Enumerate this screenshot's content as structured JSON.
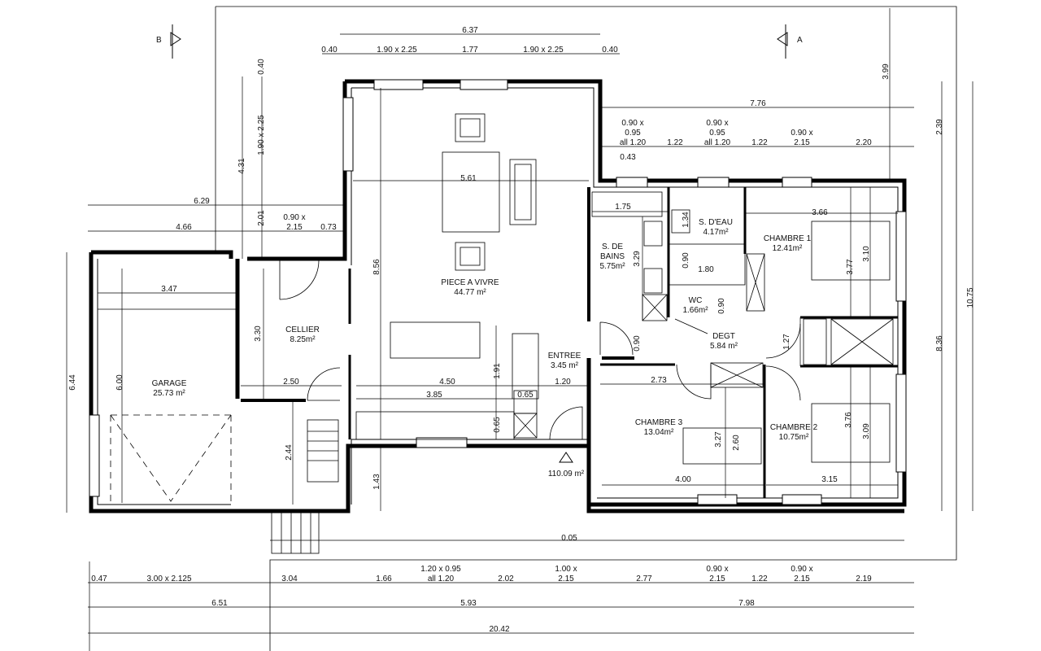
{
  "rooms": {
    "piece_a_vivre": {
      "name": "PIECE A VIVRE",
      "area": "44.77 m²"
    },
    "garage": {
      "name": "GARAGE",
      "area": "25.73 m²"
    },
    "cellier": {
      "name": "CELLIER",
      "area": "8.25m²"
    },
    "entree": {
      "name": "ENTREE",
      "area": "3.45 m²"
    },
    "s_de_bains": {
      "name_line1": "S. DE",
      "name_line2": "BAINS",
      "area": "5.75m²"
    },
    "s_deau": {
      "name": "S. D'EAU",
      "area": "4.17m²"
    },
    "wc": {
      "name": "WC",
      "area": "1.66m²"
    },
    "degt": {
      "name": "DEGT",
      "area": "5.84 m²"
    },
    "chambre1": {
      "name": "CHAMBRE 1",
      "area": "12.41m²"
    },
    "chambre2": {
      "name": "CHAMBRE 2",
      "area": "10.75m²"
    },
    "chambre3": {
      "name": "CHAMBRE 3",
      "area": "13.04m²"
    },
    "total_area": "110.09 m²"
  },
  "section_marks": {
    "a": "A",
    "b": "B"
  },
  "dims": {
    "top": {
      "overall": "6.37",
      "d1": "0.40",
      "d2": "1.90 x 2.25",
      "d3": "1.77",
      "d4": "1.90 x 2.25",
      "d5": "0.40"
    },
    "right_top": {
      "overall": "7.76",
      "w1_l1": "0.90 x",
      "w1_l2": "0.95",
      "w1_l3": "all 1.20",
      "gap1": "1.22",
      "w2_l1": "0.90 x",
      "w2_l2": "0.95",
      "w2_l3": "all 1.20",
      "gap2": "1.22",
      "w3_l1": "0.90 x",
      "w3_l2": "2.15",
      "end": "2.20",
      "offset": "0.43"
    },
    "left": {
      "d_629": "6.29",
      "d_466": "4.66",
      "d_090": "0.90 x",
      "d_215": "2.15",
      "d_073": "0.73",
      "v_040": "0.40",
      "v_190": "1.90 x 2.25",
      "v_431": "4.31",
      "v_201": "2.01",
      "v_644": "6.44"
    },
    "right_side": {
      "v_399": "3.99",
      "v_239": "2.39",
      "v_836": "8.36",
      "v_1075": "10.75"
    },
    "interior": {
      "living_w": "5.61",
      "living_h": "8.56",
      "bath_w": "1.75",
      "bath_v": "3.29",
      "sdeau_v": "1.34",
      "v_090a": "0.90",
      "d_180": "1.80",
      "v_090b": "0.90",
      "ch1_w": "3.66",
      "ch1_v1": "3.77",
      "ch1_v2": "3.10",
      "degt_v": "1.27",
      "garage_w": "3.47",
      "garage_h": "6.00",
      "cellier_v": "3.30",
      "cellier_w": "2.50",
      "stair_v": "2.44",
      "d_450": "4.50",
      "d_385": "3.85",
      "d_191": "1.91",
      "d_120": "1.20",
      "d_065a": "0.65",
      "d_065b": "0.65",
      "entree_v": "0.90",
      "ch3_w": "2.73",
      "ch3_v1": "3.27",
      "ch3_v2": "2.60",
      "ch3_bottom": "4.00",
      "ch2_v1": "3.76",
      "ch2_v2": "3.09",
      "ch2_bottom": "3.15",
      "terrace_v": "1.43",
      "d_005": "0.05"
    },
    "bottom": {
      "b1": "0.47",
      "b2": "3.00 x 2.125",
      "b3": "3.04",
      "b4": "1.66",
      "b5_l1": "1.20 x 0.95",
      "b5_l2": "all 1.20",
      "b6": "2.02",
      "b7_l1": "1.00 x",
      "b7_l2": "2.15",
      "b8": "2.77",
      "b9_l1": "0.90 x",
      "b9_l2": "2.15",
      "b10": "1.22",
      "b11_l1": "0.90 x",
      "b11_l2": "2.15",
      "b12": "2.19",
      "s1": "6.51",
      "s2": "5.93",
      "s3": "7.98",
      "total": "20.42"
    }
  }
}
